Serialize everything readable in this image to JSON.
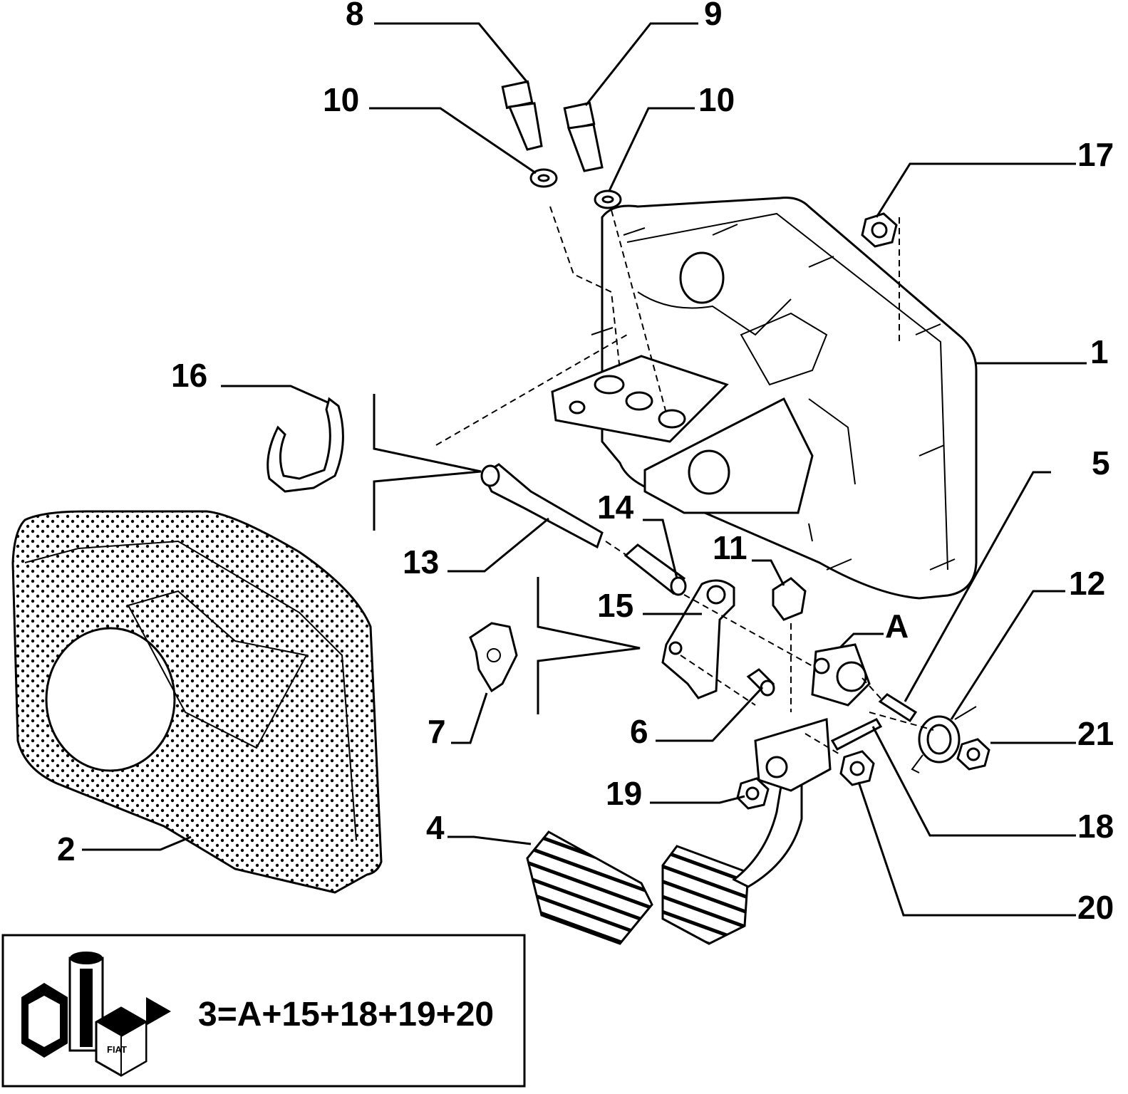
{
  "diagram": {
    "callouts": {
      "c1": "1",
      "c2": "2",
      "c4": "4",
      "c5": "5",
      "c6": "6",
      "c7": "7",
      "c8": "8",
      "c9": "9",
      "c10a": "10",
      "c10b": "10",
      "c11": "11",
      "c12": "12",
      "c13": "13",
      "c14": "14",
      "c15": "15",
      "c16": "16",
      "c17": "17",
      "c18": "18",
      "c19": "19",
      "c20": "20",
      "c21": "21",
      "cA": "A"
    },
    "legend": {
      "formula": "3=A+15+18+19+20",
      "logo_text": "FIAT"
    },
    "colors": {
      "ink": "#000000",
      "paper": "#ffffff"
    },
    "icons": [
      "fiat-kit-icon"
    ]
  }
}
